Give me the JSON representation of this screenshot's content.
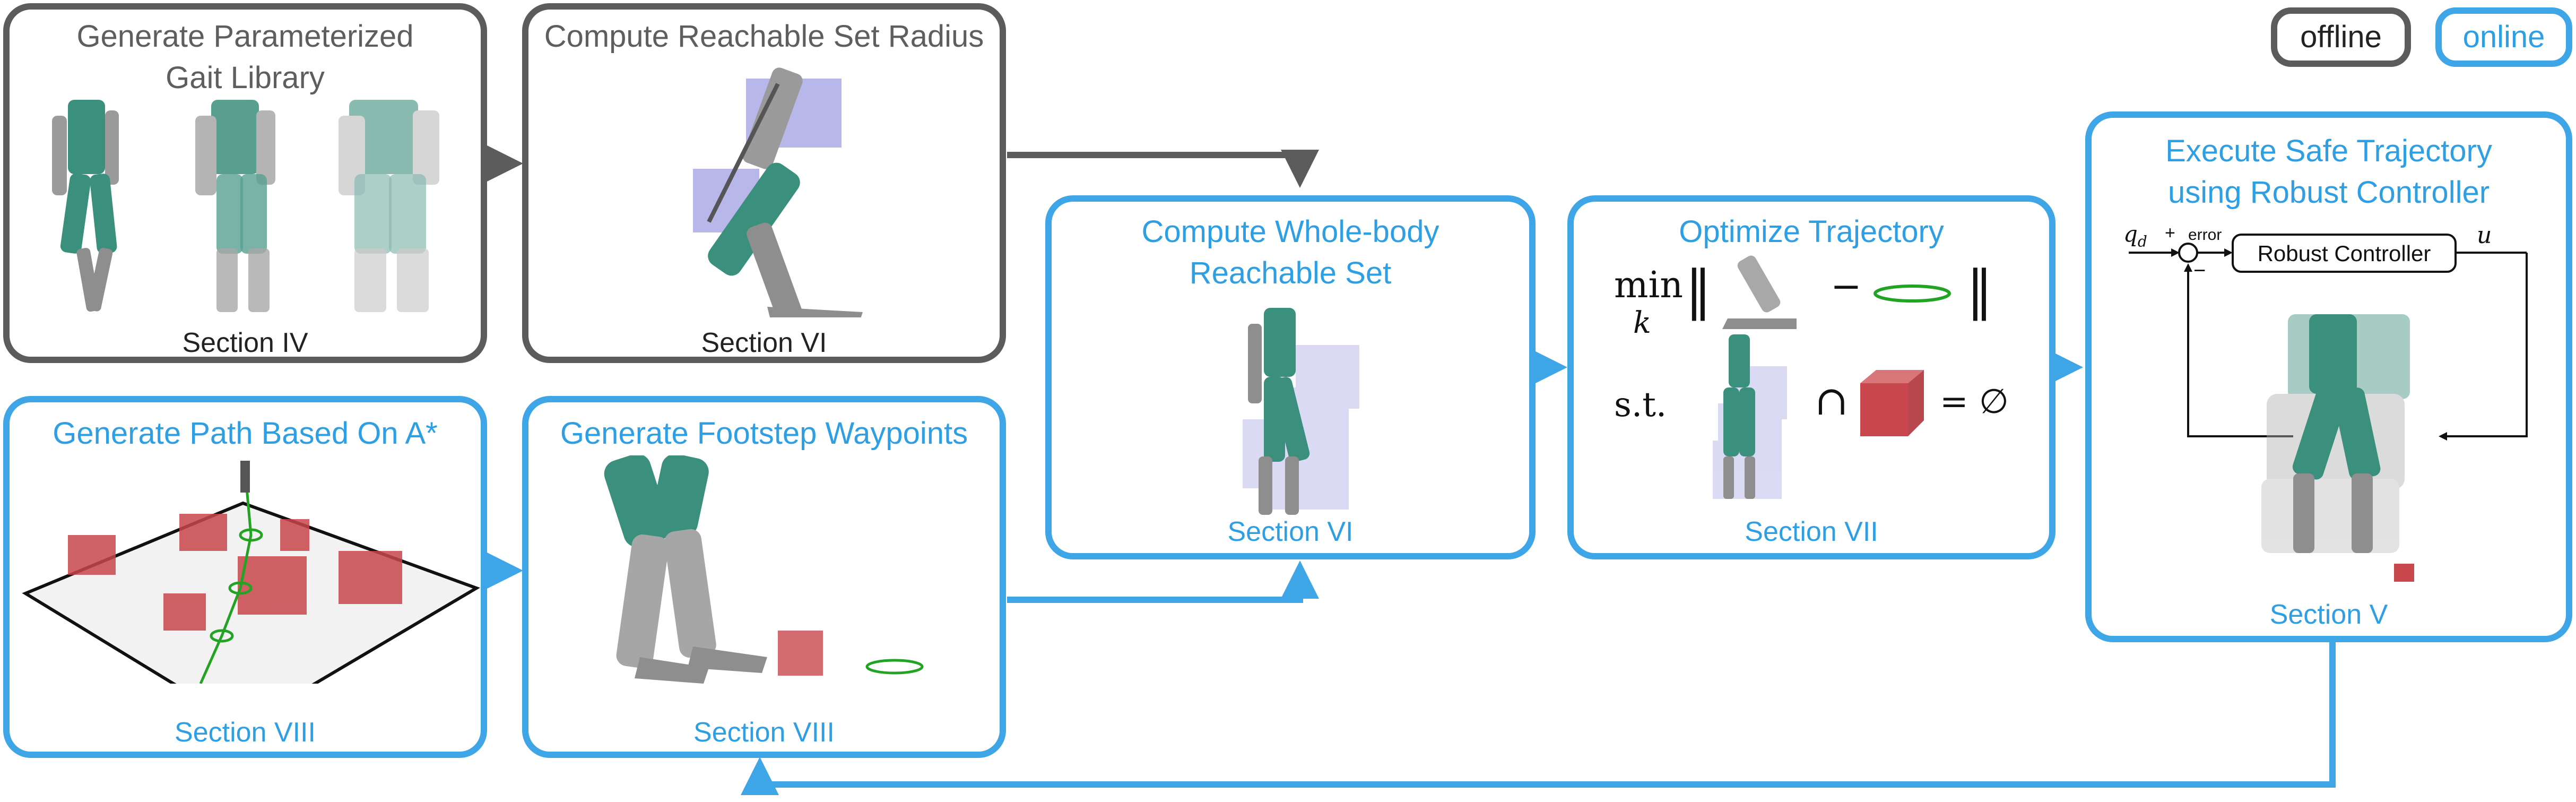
{
  "legend": {
    "offline": "offline",
    "online": "online"
  },
  "boxes": {
    "gait_library": {
      "title": "Generate Parameterized\nGait Library",
      "section": "Section IV"
    },
    "reachable_radius": {
      "title": "Compute Reachable Set Radius",
      "section": "Section VI"
    },
    "path_astar": {
      "title": "Generate Path Based On A*",
      "section": "Section VIII"
    },
    "footstep_waypoints": {
      "title": "Generate Footstep Waypoints",
      "section": "Section VIII"
    },
    "whole_body": {
      "title": "Compute Whole-body\nReachable Set",
      "section": "Section VI"
    },
    "optimize": {
      "title": "Optimize Trajectory",
      "section": "Section VII"
    },
    "execute": {
      "title": "Execute Safe Trajectory\nusing Robust Controller",
      "section": "Section V"
    }
  },
  "optimization": {
    "min": "min",
    "min_var": "k",
    "norm": "‖",
    "minus": "−",
    "st": "s.t.",
    "intersect": "∩",
    "equals_empty": "= ∅"
  },
  "controller": {
    "input_symbol": "q",
    "input_subscript": "d",
    "plus": "+",
    "minus": "−",
    "error_label": "error",
    "block_label": "Robust Controller",
    "output_symbol": "u"
  },
  "colors": {
    "offline_border": "#5c5c5c",
    "online_border": "#3ea5e6",
    "robot_teal": "#3b8f7d",
    "robot_gray": "#8e8e8e",
    "reach_blue": "#6f6fd6",
    "obstacle_red": "#c8474c",
    "path_green": "#23a323"
  }
}
